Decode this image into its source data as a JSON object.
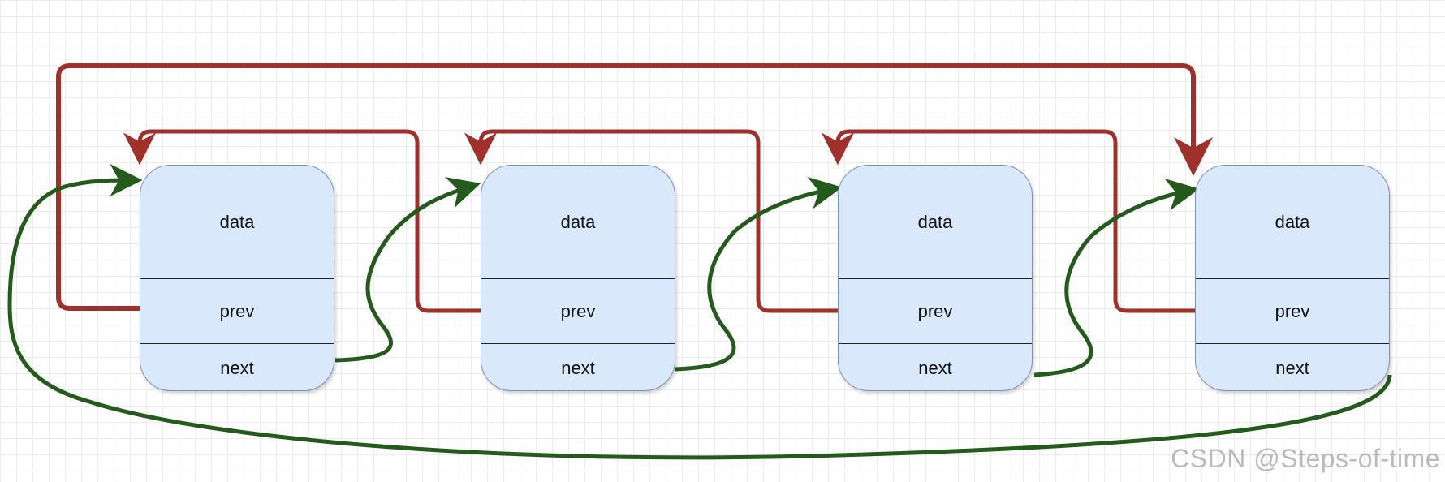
{
  "nodes": [
    {
      "data_label": "data",
      "prev_label": "prev",
      "next_label": "next"
    },
    {
      "data_label": "data",
      "prev_label": "prev",
      "next_label": "next"
    },
    {
      "data_label": "data",
      "prev_label": "prev",
      "next_label": "next"
    },
    {
      "data_label": "data",
      "prev_label": "prev",
      "next_label": "next"
    }
  ],
  "colors": {
    "prev_arrow": "#a0302a",
    "next_arrow": "#245a1b",
    "node_fill": "#dae8fb",
    "node_border": "#7a93b8"
  },
  "watermark": "CSDN @Steps-of-time"
}
